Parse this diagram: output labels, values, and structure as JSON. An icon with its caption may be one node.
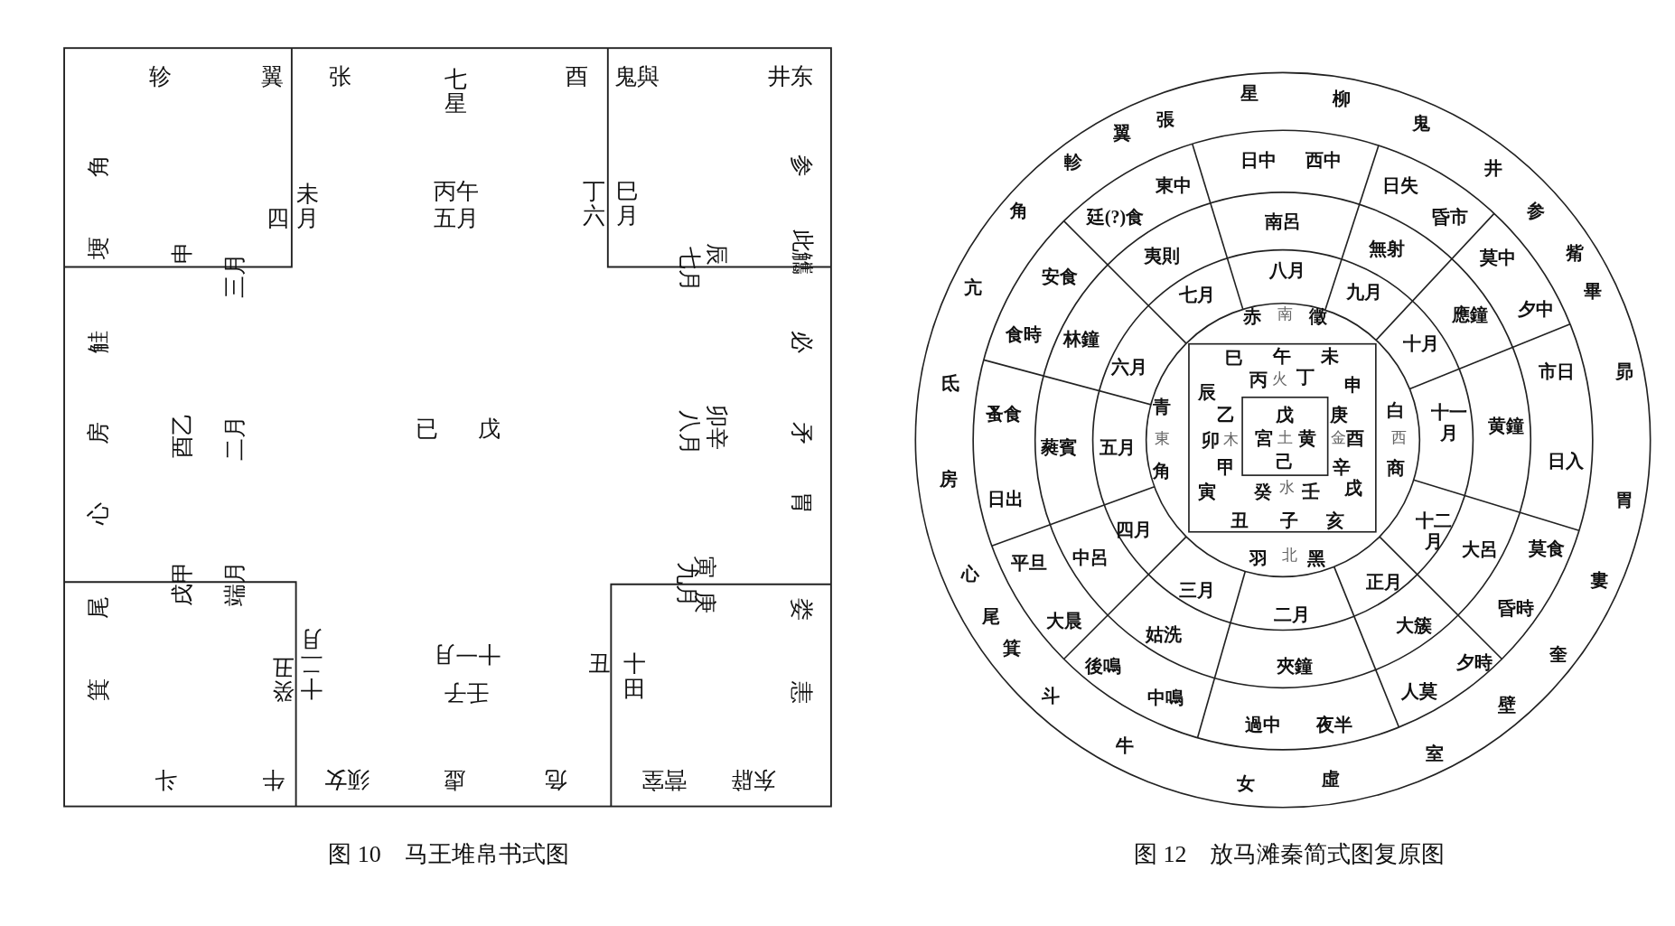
{
  "diagram": {
    "labels": [
      "轸",
      "翼",
      "张",
      "七星",
      "酉",
      "鬼與",
      "井东",
      "角",
      "参",
      "四",
      "未月",
      "丙午",
      "五月",
      "丁六",
      "巳月",
      "埂",
      "申",
      "三月",
      "七月",
      "辰",
      "此觿",
      "觟",
      "必",
      "房",
      "酉乙",
      "二月",
      "已",
      "戊",
      "八月",
      "卯辛",
      "矛",
      "心",
      "胃",
      "尾",
      "戌甲",
      "端月",
      "九月",
      "寅",
      "庚",
      "娄",
      "十二月",
      "癸丑",
      "十一月",
      "壬子",
      "丑",
      "十田",
      "箕",
      "恚",
      "斗",
      "牛",
      "须女",
      "虚",
      "危",
      "营室",
      "东辟",
      "图 10　马王堆帛书式图",
      "星",
      "柳",
      "鬼",
      "井",
      "参",
      "觜",
      "畢",
      "昴",
      "胃",
      "婁",
      "奎",
      "壁",
      "室",
      "女",
      "虛",
      "牛",
      "斗",
      "箕",
      "尾",
      "心",
      "房",
      "氐",
      "亢",
      "角",
      "軫",
      "翼",
      "張",
      "日中",
      "西中",
      "日失",
      "昏市",
      "莫中",
      "夕中",
      "市日",
      "日入",
      "莫食",
      "昏時",
      "夕時",
      "人莫",
      "過中",
      "夜半",
      "中鳴",
      "後鳴",
      "大晨",
      "平旦",
      "日出",
      "蚤食",
      "食時",
      "安食",
      "廷(?)食",
      "東中",
      "南呂",
      "無射",
      "應鐘",
      "黄鐘",
      "大呂",
      "大簇",
      "夾鐘",
      "姑洗",
      "中呂",
      "蕤賓",
      "林鐘",
      "夷則",
      "八月",
      "九月",
      "十月",
      "十一月",
      "十二月",
      "正月",
      "二月",
      "三月",
      "四月",
      "五月",
      "六月",
      "七月",
      "赤",
      "南",
      "徵",
      "白",
      "西",
      "商",
      "羽",
      "北",
      "黑",
      "青",
      "東",
      "角",
      "巳",
      "午",
      "未",
      "丙",
      "火",
      "丁",
      "申",
      "辰",
      "乙",
      "庚",
      "卯",
      "木",
      "金",
      "酉",
      "甲",
      "辛",
      "寅",
      "癸",
      "水",
      "壬",
      "戌",
      "丑",
      "子",
      "亥",
      "戊",
      "宮",
      "土",
      "黄",
      "己",
      "图 12　放马滩秦简式图复原图"
    ]
  }
}
